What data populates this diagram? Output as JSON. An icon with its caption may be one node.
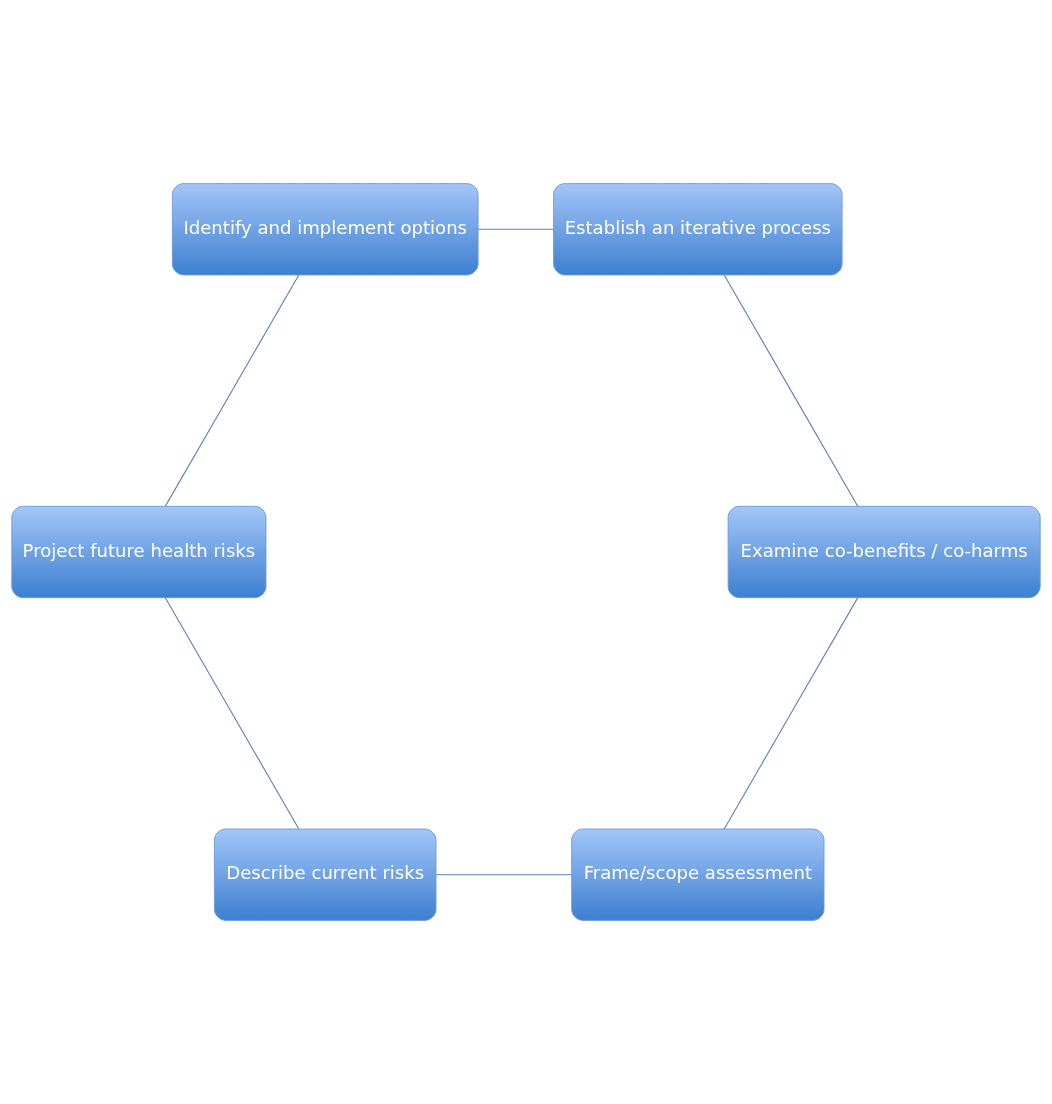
{
  "diagram": {
    "nodes": [
      {
        "text": [
          "Frame/scope assessment"
        ]
      },
      {
        "text": [
          "Examine co-benefits / co-harms"
        ]
      },
      {
        "text": [
          "Describe current risks"
        ]
      },
      {
        "text": [
          "Establish an iterative process"
        ]
      },
      {
        "text": [
          "Project future health risks"
        ]
      },
      {
        "text": [
          "Identify and implement options"
        ]
      }
    ],
    "edges": [
      {
        "from": 0,
        "to": 2,
        "arrow": "none"
      },
      {
        "from": 2,
        "to": 4,
        "arrow": "none"
      },
      {
        "from": 4,
        "to": 5,
        "arrow": "none"
      },
      {
        "from": 5,
        "to": 3,
        "arrow": "none"
      },
      {
        "from": 3,
        "to": 1,
        "arrow": "none"
      },
      {
        "from": 1,
        "to": 0,
        "arrow": "none"
      }
    ]
  }
}
